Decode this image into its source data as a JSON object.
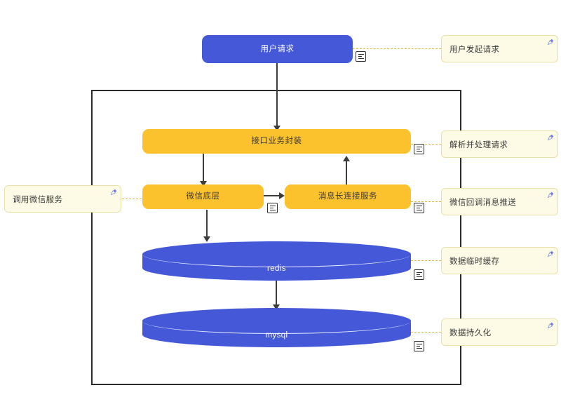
{
  "diagram": {
    "title_nodes": {
      "user_request": "用户请求",
      "api_business_wrapper": "接口业务封装",
      "wechat_base": "微信底层",
      "long_connection_service": "消息长连接服务",
      "redis": "redis",
      "mysql": "mysql"
    },
    "notes": [
      {
        "id": "note-user-request",
        "text": "用户发起请求"
      },
      {
        "id": "note-parse-request",
        "text": "解析并处理请求"
      },
      {
        "id": "note-wechat-callback",
        "text": "微信回调消息推送"
      },
      {
        "id": "note-temp-cache",
        "text": "数据临时缓存"
      },
      {
        "id": "note-persistence",
        "text": "数据持久化"
      },
      {
        "id": "note-call-wechat",
        "text": "调用微信服务"
      }
    ],
    "colors": {
      "node_blue": "#4559d8",
      "node_orange": "#fcc22d",
      "note_background": "#fdfbe5",
      "note_border": "#e8e0a8",
      "connector": "#3c3c3c",
      "leader_line": "#e0b93c",
      "container_border": "#2b2b2b",
      "canvas": "#ffffff"
    },
    "icons": {
      "comment_badge": "comment-icon",
      "note_pin": "pin-icon"
    }
  }
}
